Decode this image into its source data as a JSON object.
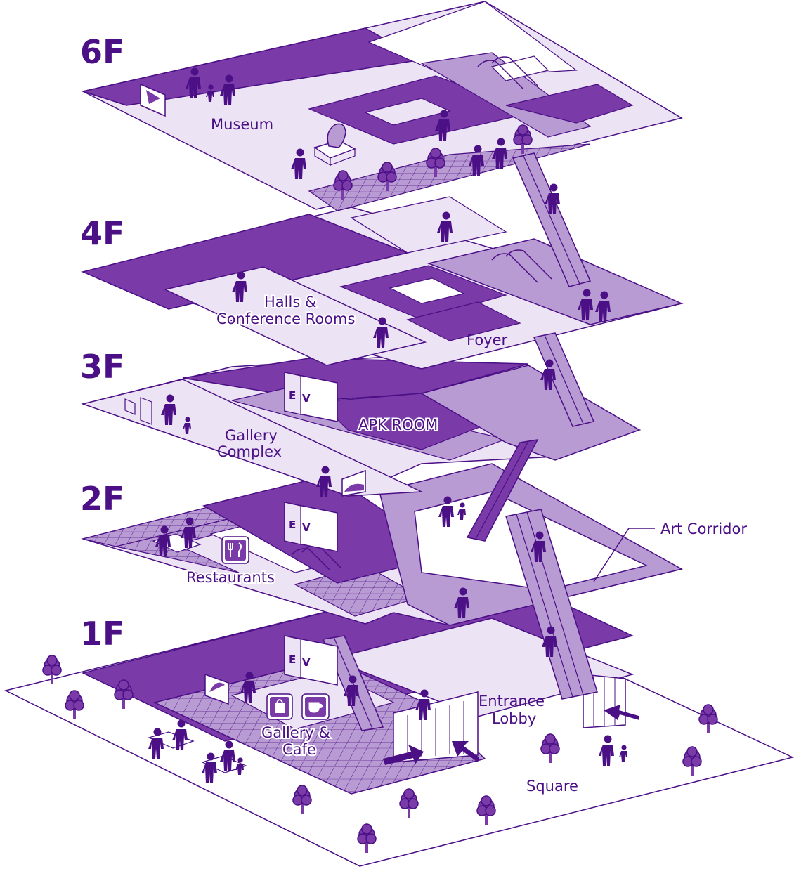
{
  "colors": {
    "dark": "#7a3aa8",
    "mid": "#b99bd4",
    "light": "#ece3f4",
    "outline": "#4b0f86",
    "white": "#ffffff"
  },
  "floors": {
    "f6": "6F",
    "f4": "4F",
    "f3": "3F",
    "f2": "2F",
    "f1": "1F"
  },
  "areas": {
    "museum": "Museum",
    "halls_line1": "Halls &",
    "halls_line2": "Conference Rooms",
    "foyer": "Foyer",
    "apk_room": "APK ROOM",
    "gallery_complex_line1": "Gallery",
    "gallery_complex_line2": "Complex",
    "restaurants": "Restaurants",
    "art_corridor": "Art Corridor",
    "entrance_lobby_line1": "Entrance",
    "entrance_lobby_line2": "Lobby",
    "gallery_cafe_line1": "Gallery &",
    "gallery_cafe_line2": "Cafe",
    "square": "Square"
  },
  "elevator": {
    "e": "E",
    "v": "V"
  },
  "icons": [
    "person-icon",
    "tree-icon",
    "elevator-icon",
    "escalator-icon",
    "restaurant-icon",
    "shop-bag-icon",
    "coffee-cup-icon",
    "entrance-arrow-icon",
    "painting-icon",
    "sculpture-icon",
    "table-icon"
  ]
}
